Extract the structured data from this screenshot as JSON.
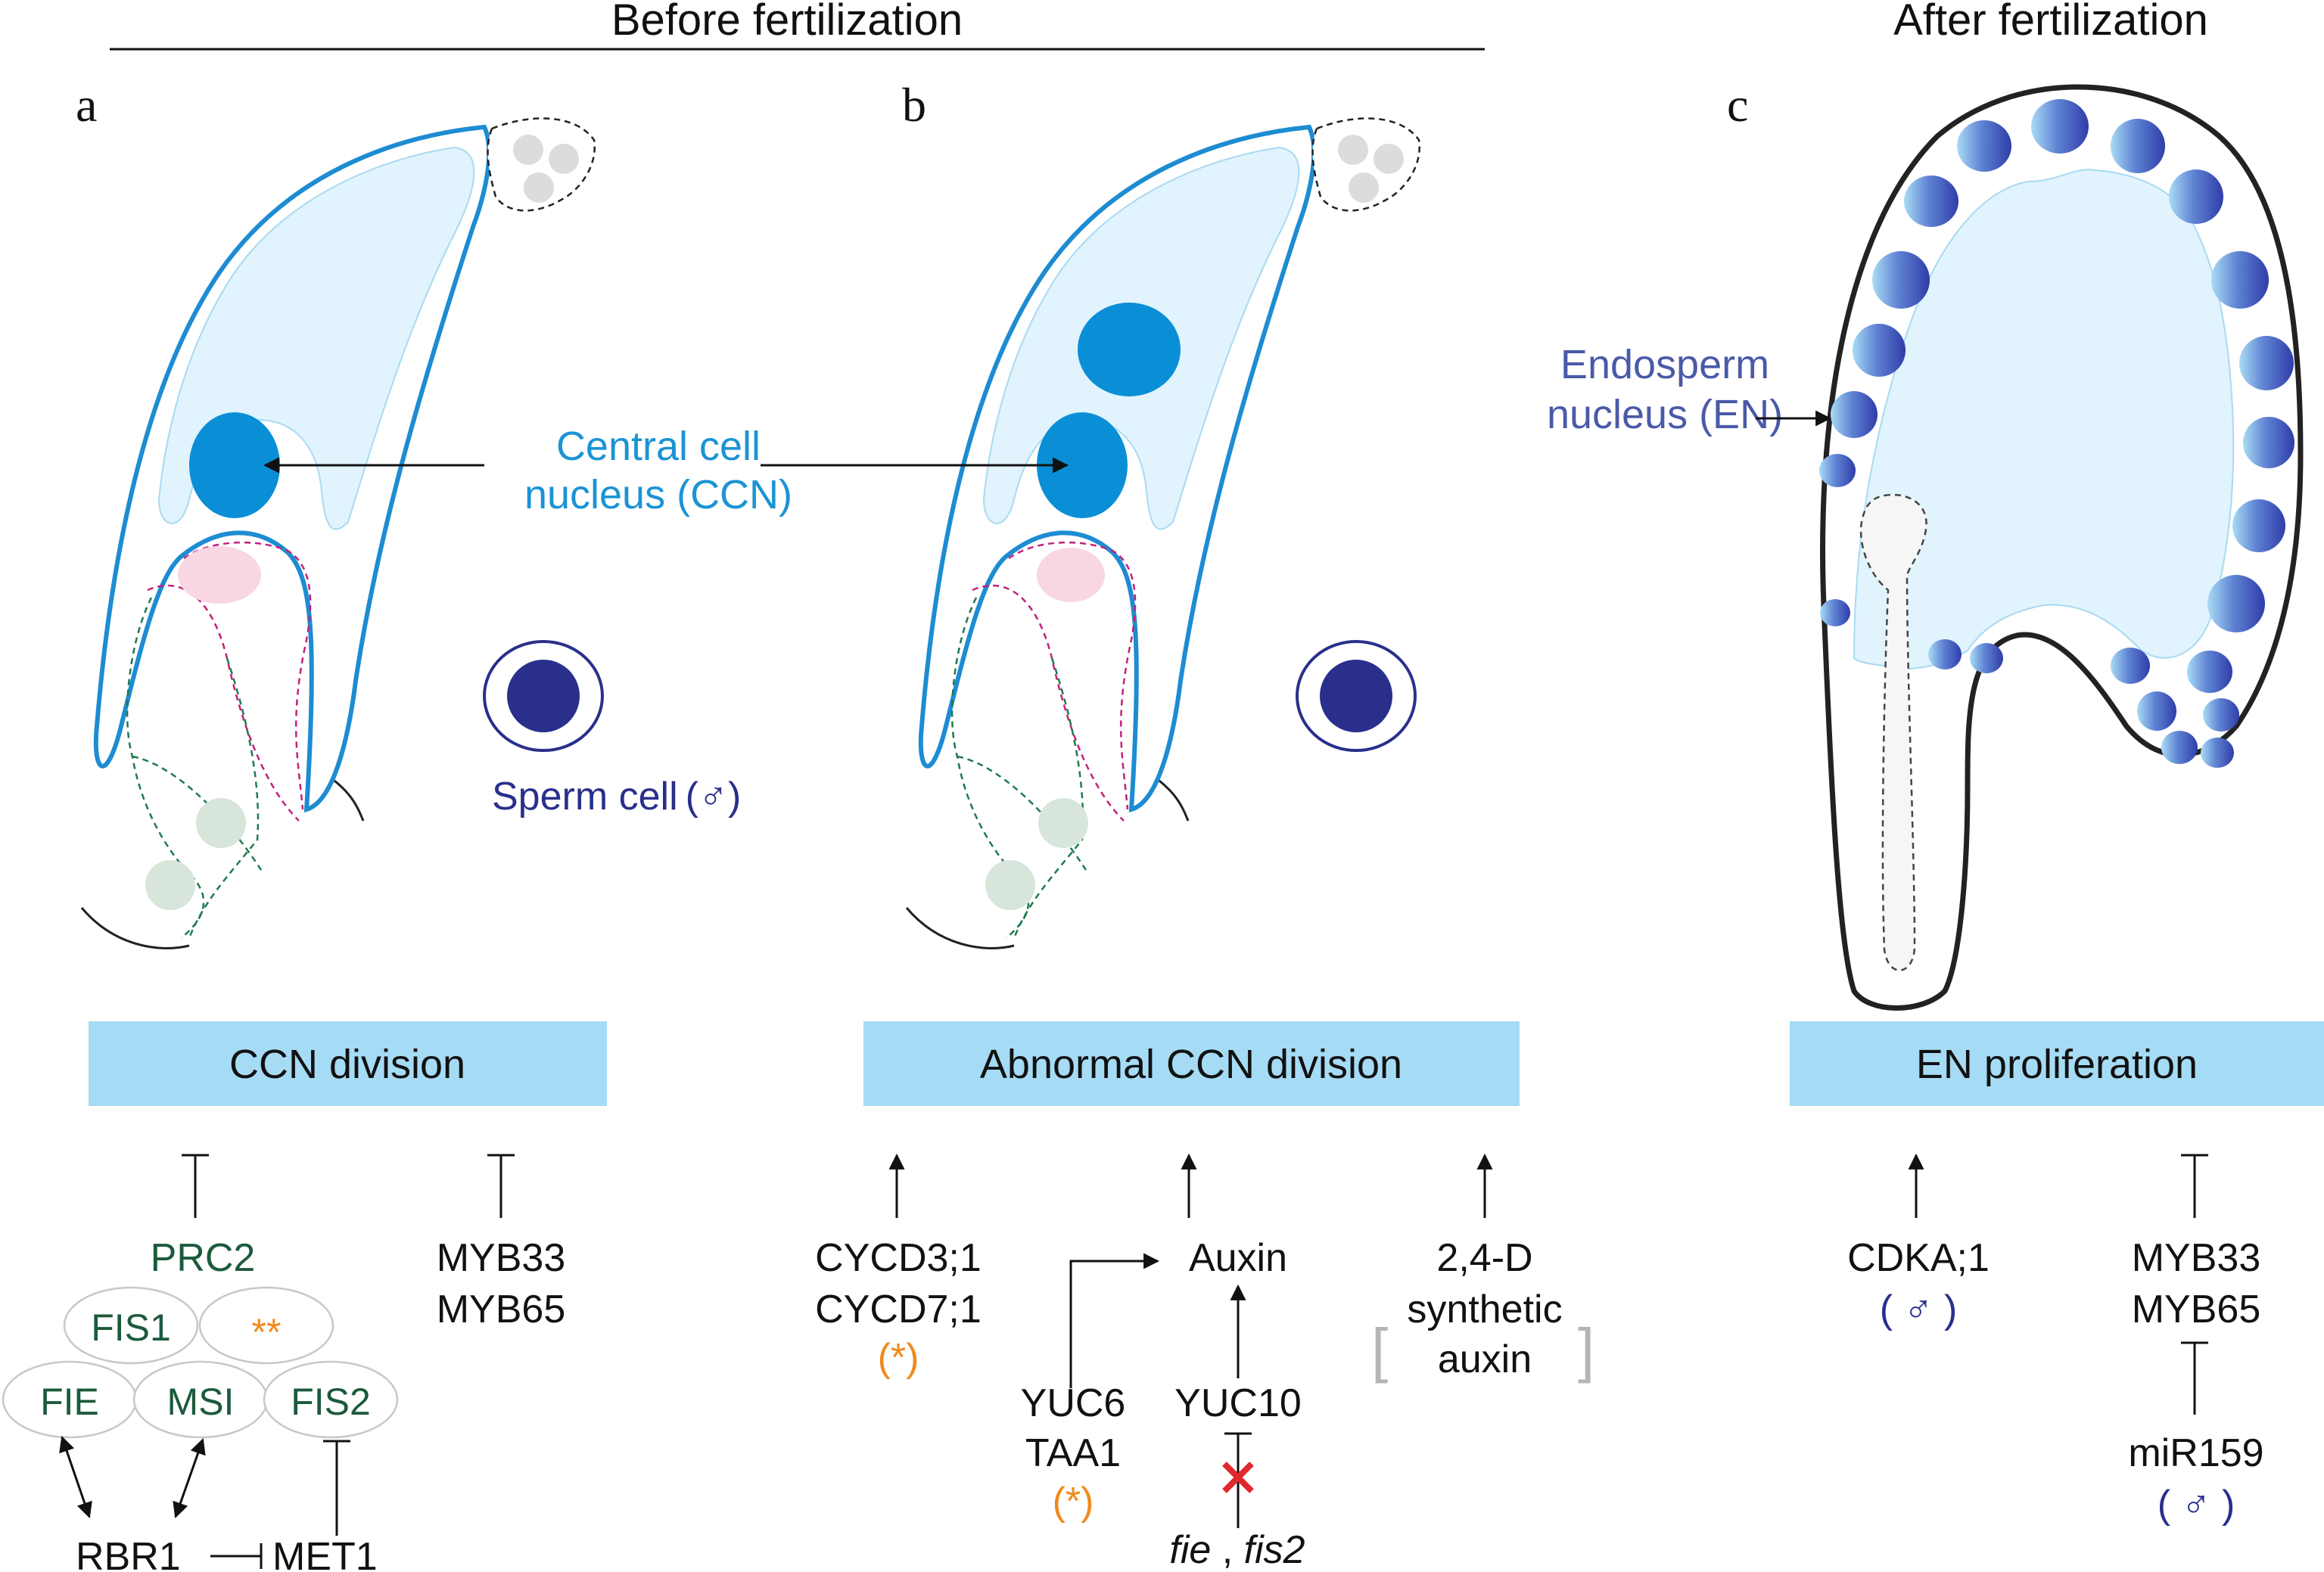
{
  "headers": {
    "before": "Before fertilization",
    "after": "After fertilization"
  },
  "panels": {
    "a": {
      "letter": "a",
      "box_label": "CCN division"
    },
    "b": {
      "letter": "b",
      "box_label": "Abnormal CCN division"
    },
    "c": {
      "letter": "c",
      "box_label": "EN proliferation"
    }
  },
  "callouts": {
    "ccn_line1": "Central cell",
    "ccn_line2": "nucleus (CCN)",
    "sperm": "Sperm cell",
    "sperm_sym": "(♂)",
    "en_line1": "Endosperm",
    "en_line2": "nucleus (EN)"
  },
  "panel_a_genes": {
    "prc2": "PRC2",
    "fis1": "FIS1",
    "stars": "**",
    "fie": "FIE",
    "msi": "MSI",
    "fis2": "FIS2",
    "rbr1": "RBR1",
    "met1": "MET1",
    "myb33": "MYB33",
    "myb65": "MYB65"
  },
  "panel_b_genes": {
    "cycd3": "CYCD3;1",
    "cycd7": "CYCD7;1",
    "star1": "(*)",
    "auxin": "Auxin",
    "yuc6": "YUC6",
    "taa1": "TAA1",
    "star2": "(*)",
    "yuc10": "YUC10",
    "mutants_fie": "fie",
    "mutants_sep": " , ",
    "mutants_fis2": "fis2",
    "d24": "2,4-D",
    "synthetic": "synthetic",
    "auxin2": "auxin",
    "bracket_l": "[",
    "bracket_r": "]"
  },
  "panel_c_genes": {
    "cdka": "CDKA;1",
    "cdka_sym": "( ♂ )",
    "myb33": "MYB33",
    "myb65": "MYB65",
    "mir159": "miR159",
    "mir_sym": "( ♂ )"
  },
  "colors": {
    "cytoplasm": "#e1f3fc",
    "membrane": "#1d8cd2",
    "ccn": "#0a8fd6",
    "sperm": "#2a2f8c",
    "gene_green": "#1c5a3c",
    "star_orange": "#f08a1e",
    "box_fill": "#a6dbf5",
    "en_dark": "#3446b0",
    "en_light": "#9fd4f3",
    "inhibit_x": "#e0282d",
    "bracket_gray": "#b5b5b5",
    "ccn_text": "#1b93d4",
    "en_text": "#4a5aa8"
  }
}
